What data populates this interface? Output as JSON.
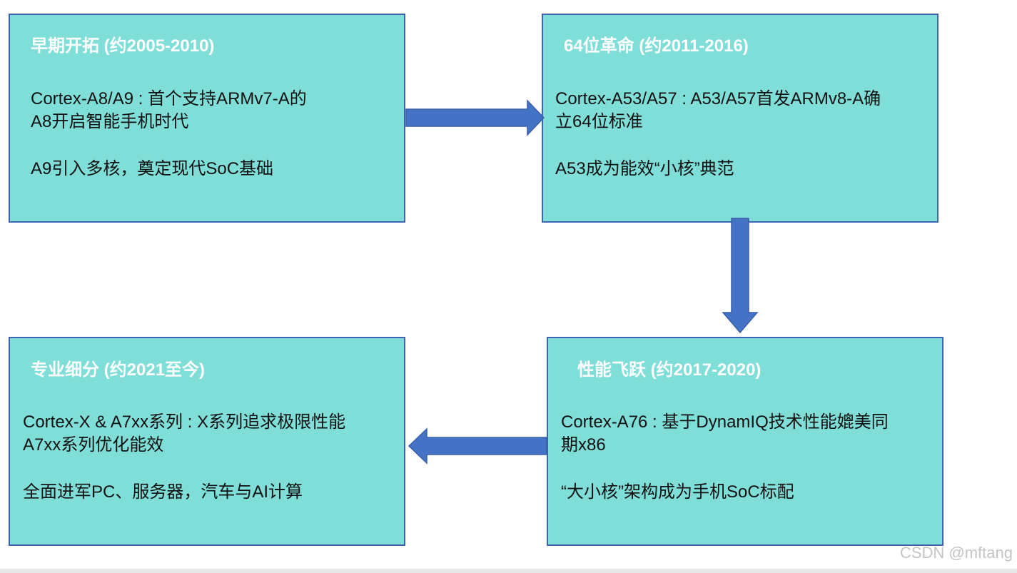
{
  "boxes": [
    {
      "title": "早期开拓 (约2005-2010)",
      "lines": [
        "Cortex-A8/A9 : 首个支持ARMv7-A的",
        "A8开启智能手机时代",
        "A9引入多核，奠定现代SoC基础"
      ]
    },
    {
      "title": "64位革命 (约2011-2016)",
      "lines": [
        "Cortex-A53/A57 : A53/A57首发ARMv8-A确",
        "立64位标准",
        "A53成为能效“小核”典范"
      ]
    },
    {
      "title": "性能飞跃 (约2017-2020)",
      "lines": [
        "Cortex-A76 : 基于DynamIQ技术性能媲美同",
        "期x86",
        "“大小核”架构成为手机SoC标配"
      ]
    },
    {
      "title": "专业细分 (约2021至今)",
      "lines": [
        "Cortex-X & A7xx系列 : X系列追求极限性能",
        "A7xx系列优化能效",
        "全面进军PC、服务器，汽车与AI计算"
      ]
    }
  ],
  "watermark": "CSDN @mftang",
  "colors": {
    "box_fill": "#7fded8",
    "box_border": "#3f62b2",
    "arrow": "#4472c4",
    "title_text": "#ffffff"
  }
}
